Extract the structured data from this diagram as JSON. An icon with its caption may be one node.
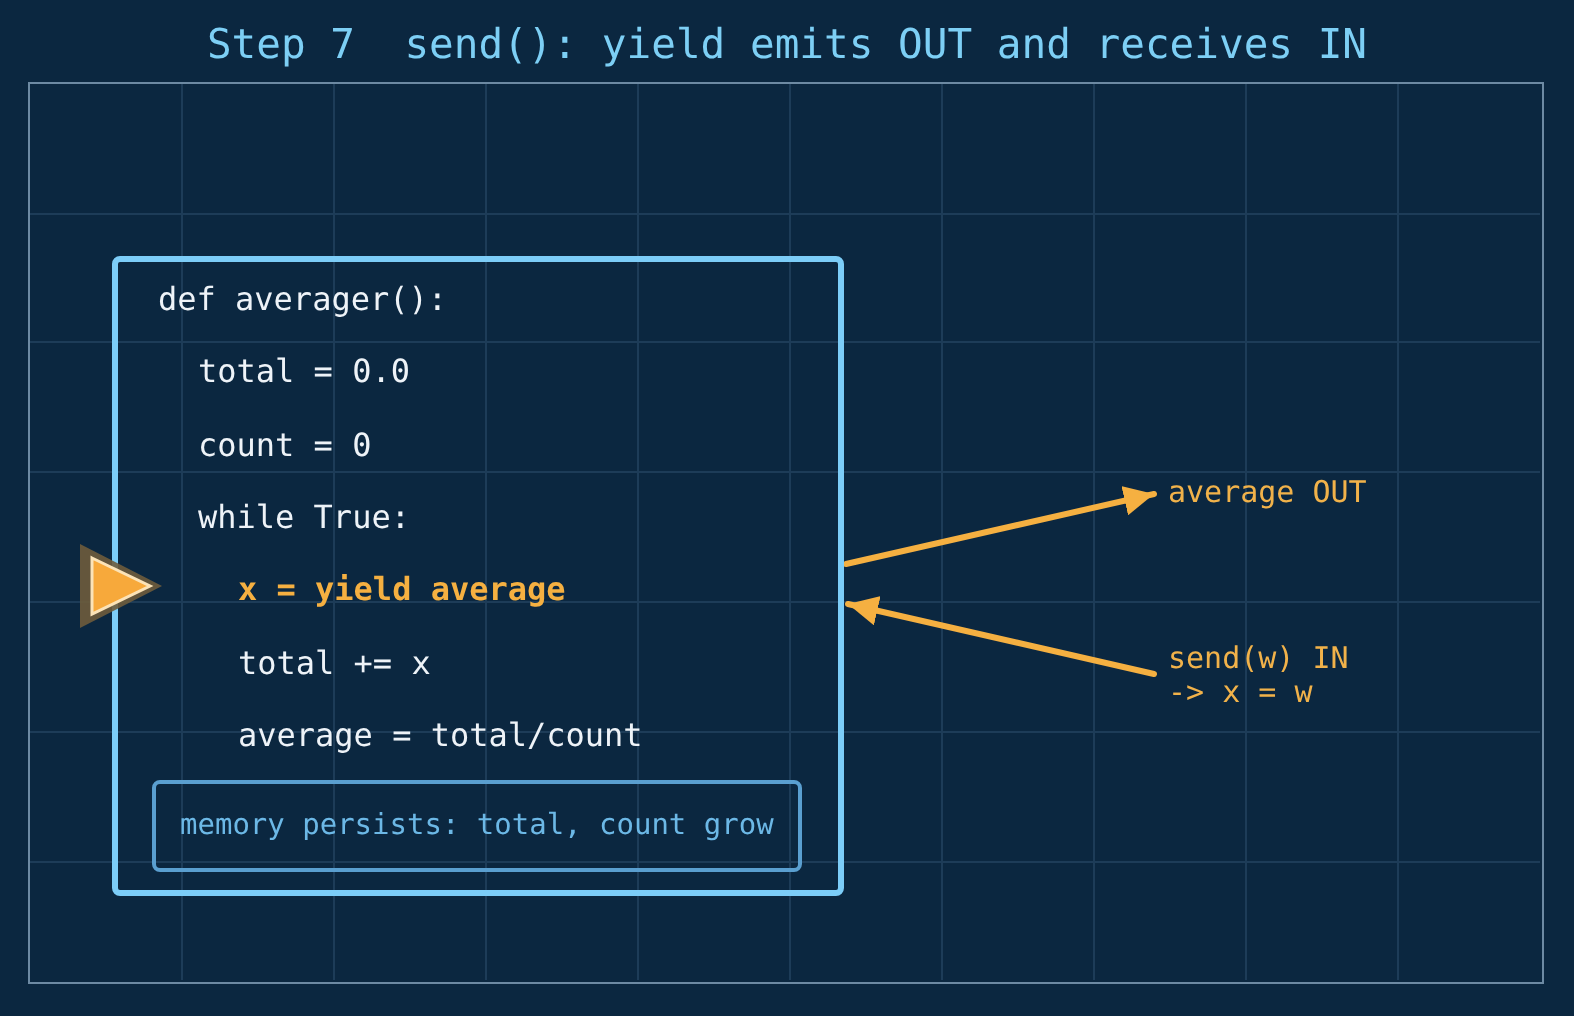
{
  "diagram": {
    "title": "Step 7  send(): yield emits OUT and receives IN",
    "nodes": [
      {
        "text": [
          "def averager():",
          "total = 0.0",
          "count = 0",
          "while True:",
          "x = yield average",
          "total += x",
          "average = total/count"
        ]
      },
      {
        "text": [
          "memory persists: total, count grow"
        ],
        "in": 0
      },
      {
        "text": [
          "average OUT"
        ]
      },
      {
        "text": [
          "send(w) IN -> x = w"
        ]
      }
    ],
    "edges": [
      {
        "from": 0,
        "to": 2,
        "arrow": "to"
      },
      {
        "from": 3,
        "to": 0,
        "arrow": "to"
      }
    ]
  }
}
